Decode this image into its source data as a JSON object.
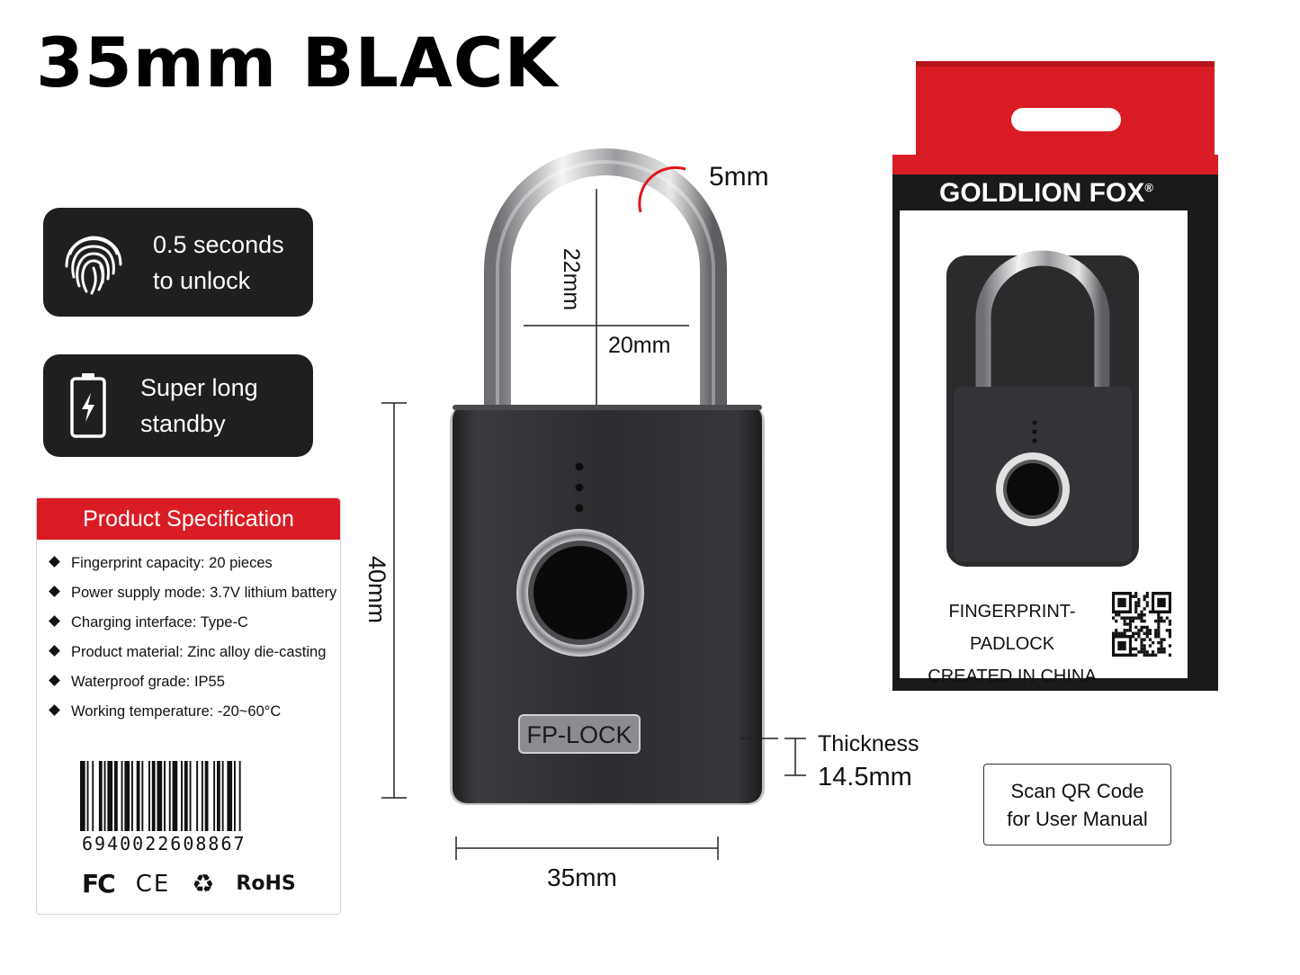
{
  "title": "35mm BLACK",
  "features": [
    {
      "icon": "fingerprint-icon",
      "line1": "0.5 seconds",
      "line2": "to unlock"
    },
    {
      "icon": "battery-icon",
      "line1": "Super long",
      "line2": "standby"
    }
  ],
  "spec": {
    "heading": "Product Specification",
    "items": [
      "Fingerprint capacity: 20 pieces",
      "Power supply mode: 3.7V lithium battery",
      "Charging interface: Type-C",
      "Product material: Zinc alloy die-casting",
      "Waterproof grade: IP55",
      "Working temperature: -20~60°C"
    ],
    "barcode_number": "6940022608867",
    "certifications": [
      "FC",
      "CE",
      "RoHS"
    ]
  },
  "dimensions": {
    "shackle_diameter": "5mm",
    "shackle_height": "22mm",
    "shackle_width": "20mm",
    "body_height": "40mm",
    "body_width": "35mm",
    "thickness_label": "Thickness",
    "thickness_value": "14.5mm"
  },
  "lock": {
    "label": "FP-LOCK"
  },
  "package": {
    "brand": "GOLDLION FOX",
    "registered_mark": "®",
    "line1": "FINGERPRINT-PADLOCK",
    "line2": "CREATED IN CHINA"
  },
  "qr_note": {
    "line1": "Scan QR Code",
    "line2": "for User Manual"
  },
  "colors": {
    "accent_red": "#d91c24",
    "panel_dark": "#1f1f1f",
    "lock_body": "#2a2b2d"
  }
}
